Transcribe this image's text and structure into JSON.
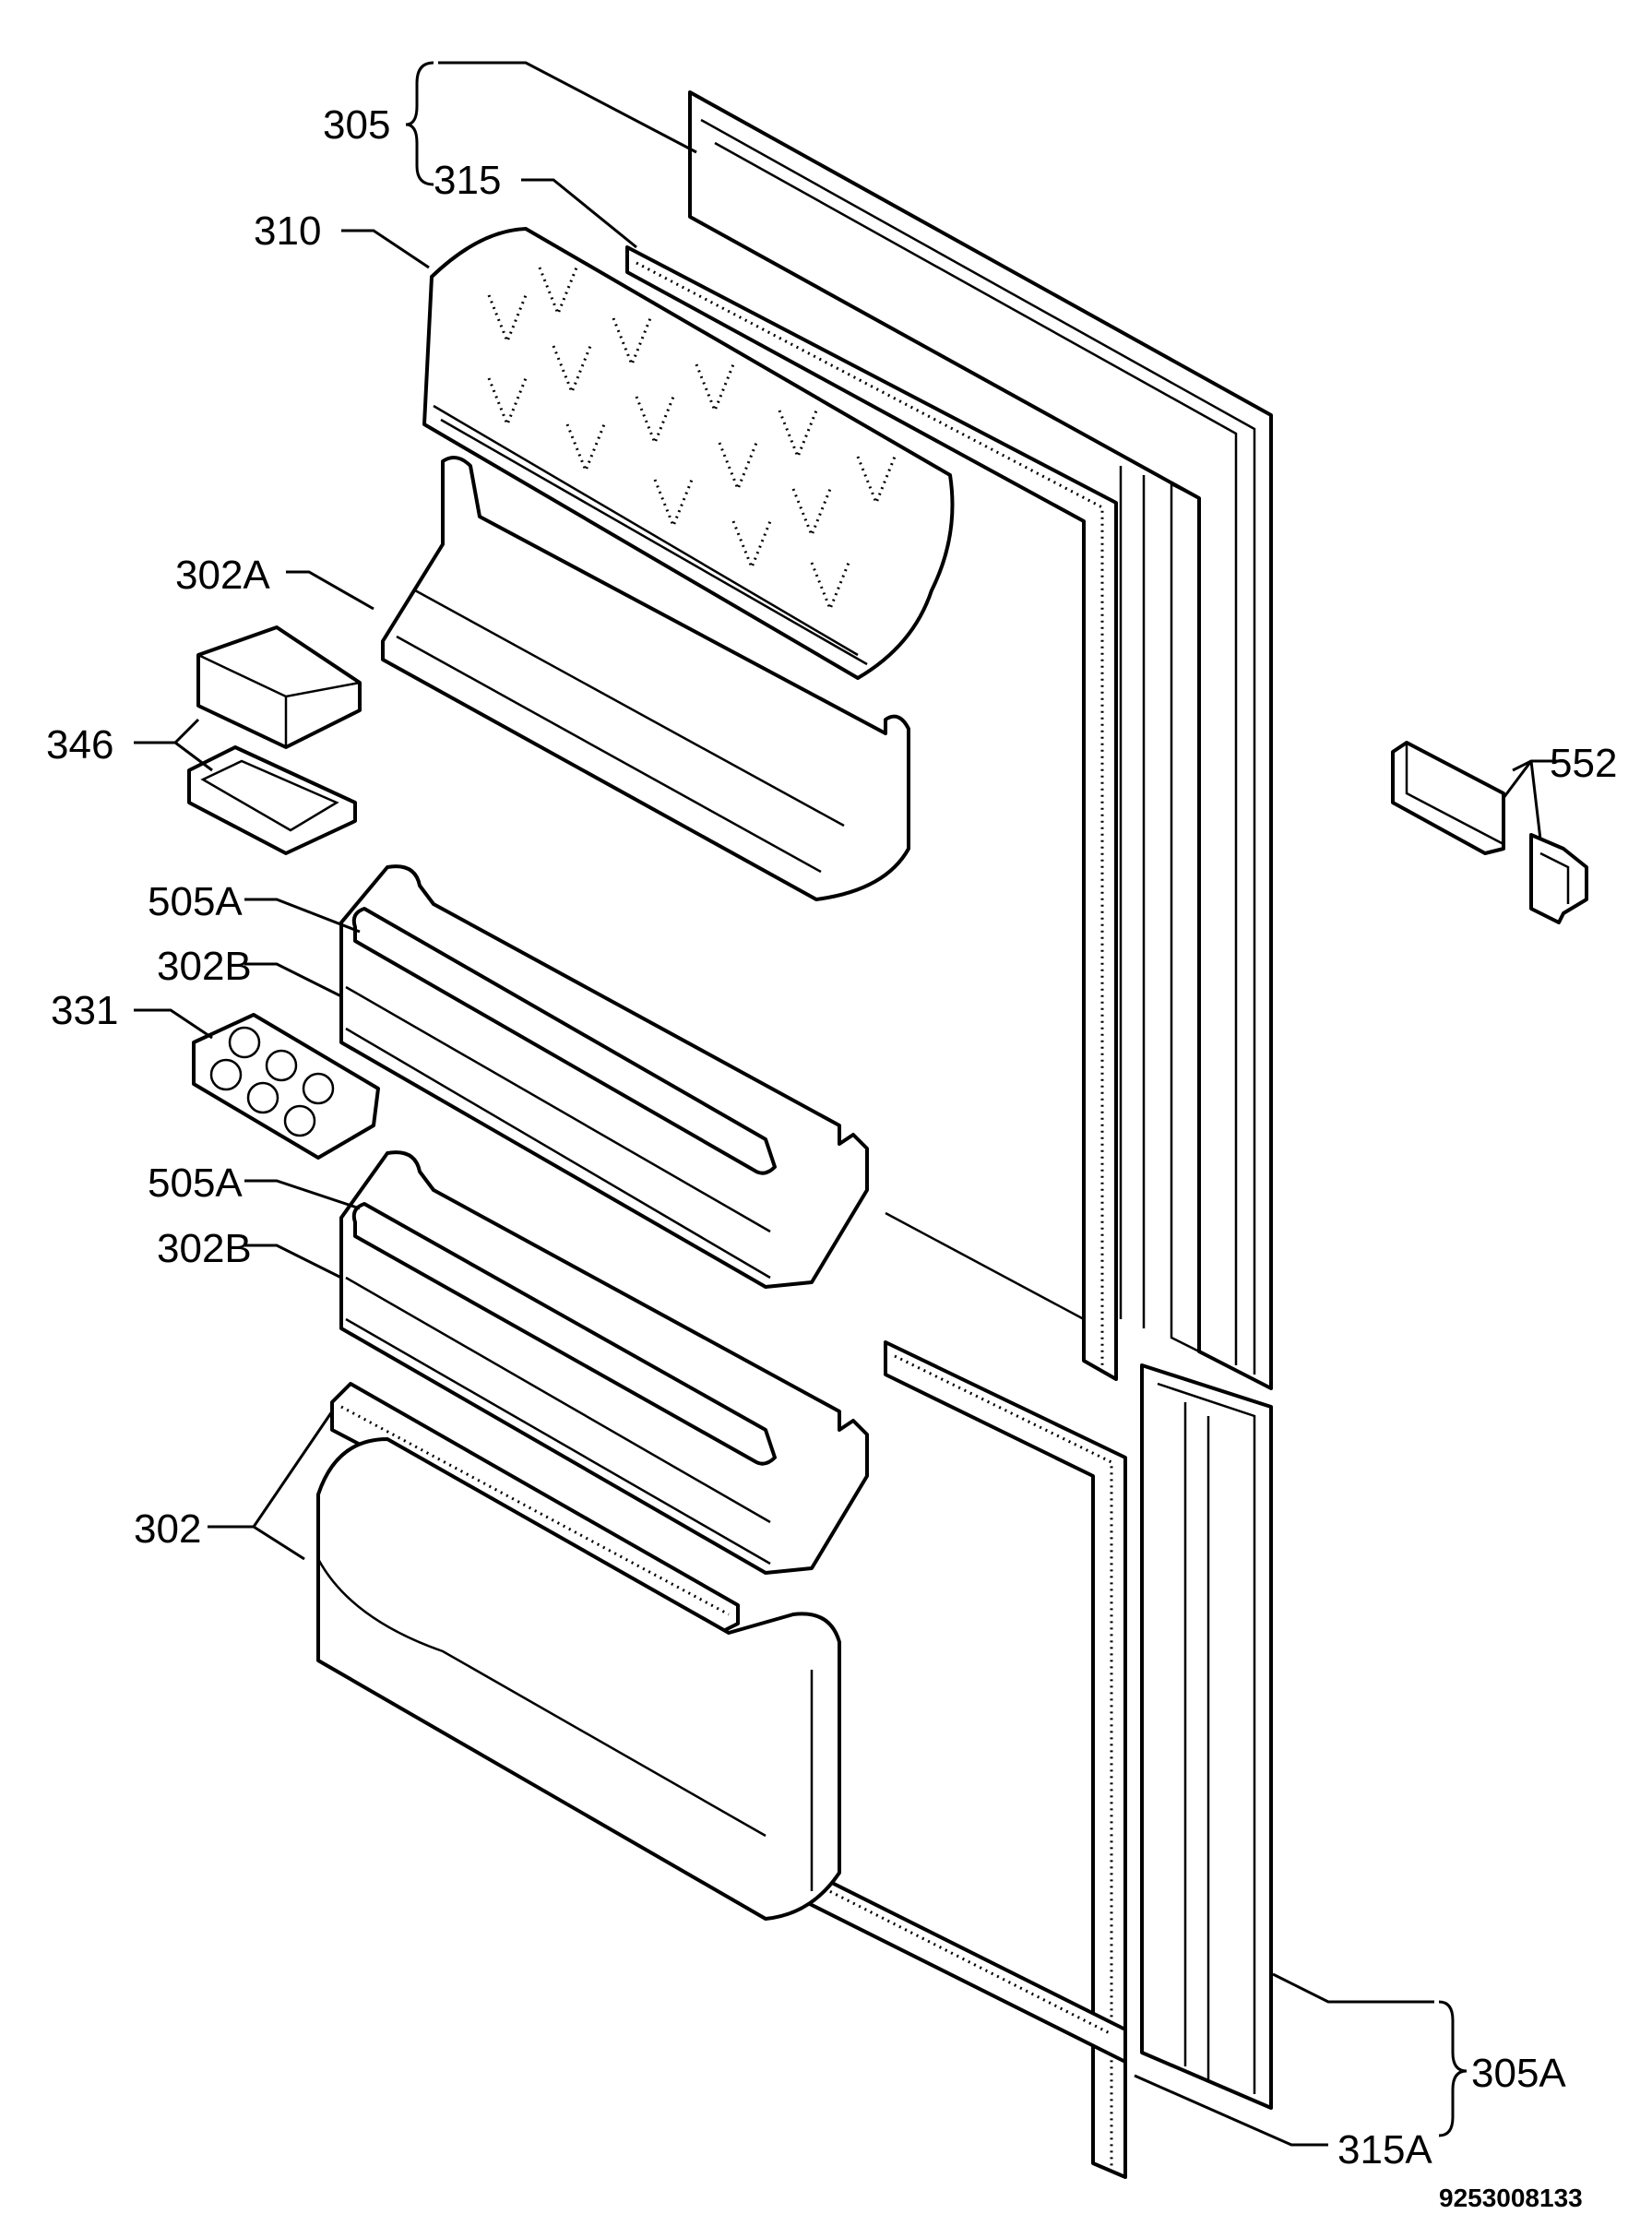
{
  "callouts": [
    {
      "id": "c305",
      "text": "305"
    },
    {
      "id": "c315",
      "text": "315"
    },
    {
      "id": "c310",
      "text": "310"
    },
    {
      "id": "c302a",
      "text": "302A"
    },
    {
      "id": "c346",
      "text": "346"
    },
    {
      "id": "c505a_1",
      "text": "505A"
    },
    {
      "id": "c302b_1",
      "text": "302B"
    },
    {
      "id": "c331",
      "text": "331"
    },
    {
      "id": "c505a_2",
      "text": "505A"
    },
    {
      "id": "c302b_2",
      "text": "302B"
    },
    {
      "id": "c302",
      "text": "302"
    },
    {
      "id": "c552",
      "text": "552"
    },
    {
      "id": "c305a",
      "text": "305A"
    },
    {
      "id": "c315a",
      "text": "315A"
    }
  ],
  "drawing_number": "9253008133"
}
